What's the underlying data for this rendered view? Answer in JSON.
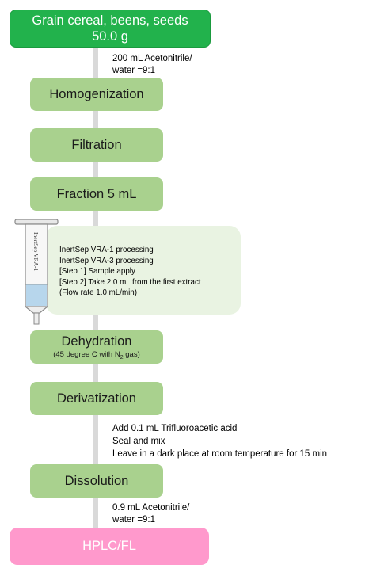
{
  "start": {
    "line1": "Grain cereal, beens, seeds",
    "line2": "50.0 g"
  },
  "note1": [
    "200 mL Acetonitrile/",
    "water =9:1"
  ],
  "step_homogenization": "Homogenization",
  "step_filtration": "Filtration",
  "step_fraction": "Fraction 5 mL",
  "cartridge_label": "InertSep VRA-1",
  "panel_lines": [
    "InertSep VRA-1 processing",
    "InertSep VRA-3 processing",
    "[Step 1] Sample apply",
    "[Step 2] Take 2.0 mL from the first extract",
    "(Flow rate 1.0 mL/min)"
  ],
  "step_dehydration": "Dehydration",
  "dehydration_sub": {
    "before": "(45 degree C with N",
    "subscript": "2",
    "after": " gas)"
  },
  "step_derivatization": "Derivatization",
  "note2": [
    "Add 0.1 mL Trifluoroacetic acid",
    "Seal and mix",
    "Leave in a dark place at room temperature for 15 min"
  ],
  "step_dissolution": "Dissolution",
  "note3": [
    "0.9 mL Acetonitrile/",
    "water =9:1"
  ],
  "end": "HPLC/FL",
  "colors": {
    "start_box": "#22b24c",
    "step_box": "#a9d18e",
    "panel": "#e9f3e2",
    "end_box": "#ff99cc",
    "connector": "#d9d9d9",
    "liquid": "#b7d6ec"
  }
}
